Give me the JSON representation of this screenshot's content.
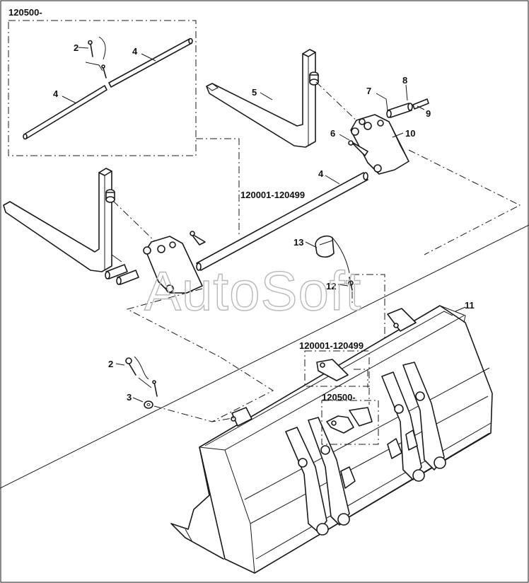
{
  "diagram": {
    "watermark": "AutoSoft",
    "serial_ranges": {
      "top_left_box": "120500-",
      "middle": "120001-120499",
      "lower_box_1": "120001-120499",
      "lower_box_2": "120500-"
    },
    "callouts": [
      "2",
      "4",
      "4",
      "5",
      "6",
      "7",
      "8",
      "9",
      "10",
      "4",
      "13",
      "12",
      "11",
      "2",
      "3"
    ]
  }
}
